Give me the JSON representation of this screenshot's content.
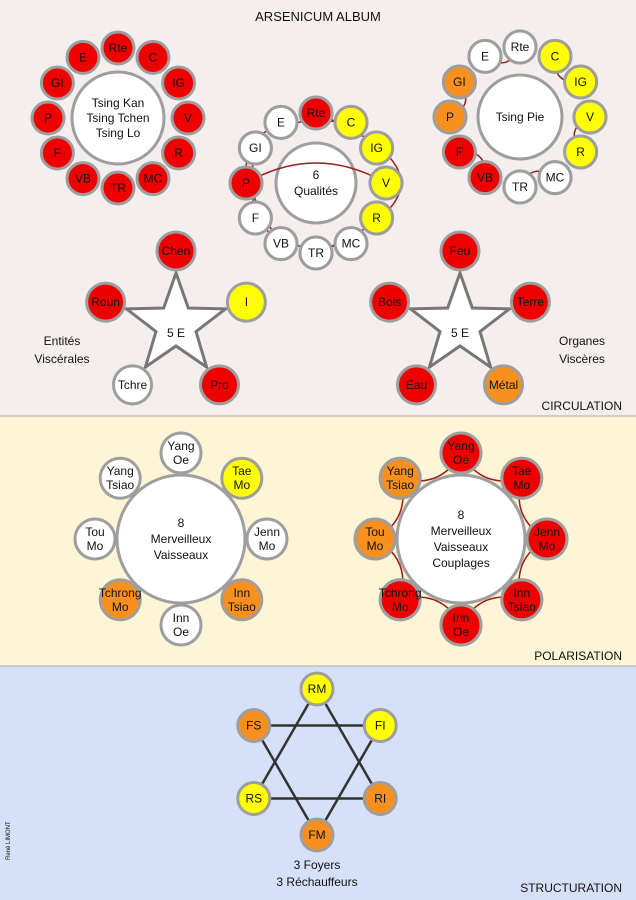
{
  "title": "ARSENICUM ALBUM",
  "author_credit": "René LIMONT",
  "colors": {
    "red": "#ee0000",
    "yellow": "#ffff00",
    "orange": "#f7901e",
    "white": "#ffffff",
    "band1_bg": "#f4efee",
    "band2_bg": "#fdf5d5",
    "band3_bg": "#d6e0f8",
    "circle_stroke": "#9e9e9e",
    "link_color": "#9b1c1c"
  },
  "section_labels": {
    "circulation": "CIRCULATION",
    "polarisation": "POLARISATION",
    "structuration": "STRUCTURATION"
  },
  "ring_tsing_kan": {
    "center_lines": [
      "Tsing Kan",
      "Tsing Tchen",
      "Tsing Lo"
    ],
    "nodes": [
      {
        "label": "C",
        "color": "red"
      },
      {
        "label": "IG",
        "color": "red"
      },
      {
        "label": "V",
        "color": "red"
      },
      {
        "label": "R",
        "color": "red"
      },
      {
        "label": "MC",
        "color": "red"
      },
      {
        "label": "TR",
        "color": "red"
      },
      {
        "label": "VB",
        "color": "red"
      },
      {
        "label": "F",
        "color": "red"
      },
      {
        "label": "P",
        "color": "red"
      },
      {
        "label": "GI",
        "color": "red"
      },
      {
        "label": "E",
        "color": "red"
      },
      {
        "label": "Rte",
        "color": "red"
      }
    ]
  },
  "ring_qualites": {
    "center_lines": [
      "6",
      "Qualités"
    ],
    "nodes": [
      {
        "label": "C",
        "color": "yellow"
      },
      {
        "label": "IG",
        "color": "yellow"
      },
      {
        "label": "V",
        "color": "yellow"
      },
      {
        "label": "R",
        "color": "yellow"
      },
      {
        "label": "MC",
        "color": "white"
      },
      {
        "label": "TR",
        "color": "white"
      },
      {
        "label": "VB",
        "color": "white"
      },
      {
        "label": "F",
        "color": "white"
      },
      {
        "label": "P",
        "color": "red"
      },
      {
        "label": "GI",
        "color": "white"
      },
      {
        "label": "E",
        "color": "white"
      },
      {
        "label": "Rte",
        "color": "red"
      }
    ]
  },
  "ring_tsing_pie": {
    "center_lines": [
      "Tsing Pie"
    ],
    "nodes": [
      {
        "label": "C",
        "color": "yellow"
      },
      {
        "label": "IG",
        "color": "yellow"
      },
      {
        "label": "V",
        "color": "yellow"
      },
      {
        "label": "R",
        "color": "yellow"
      },
      {
        "label": "MC",
        "color": "white"
      },
      {
        "label": "TR",
        "color": "white"
      },
      {
        "label": "VB",
        "color": "red"
      },
      {
        "label": "F",
        "color": "red"
      },
      {
        "label": "P",
        "color": "orange"
      },
      {
        "label": "GI",
        "color": "orange"
      },
      {
        "label": "E",
        "color": "white"
      },
      {
        "label": "Rte",
        "color": "white"
      }
    ]
  },
  "star_entites": {
    "center": "5 E",
    "side_lines": [
      "Entités",
      "Viscérales"
    ],
    "nodes": [
      {
        "label": "Chen",
        "color": "red"
      },
      {
        "label": "I",
        "color": "yellow"
      },
      {
        "label": "Pro",
        "color": "red"
      },
      {
        "label": "Tchre",
        "color": "white"
      },
      {
        "label": "Roun",
        "color": "red"
      }
    ]
  },
  "star_organes": {
    "center": "5 E",
    "side_lines": [
      "Organes",
      "Viscères"
    ],
    "nodes": [
      {
        "label": "Feu",
        "color": "red"
      },
      {
        "label": "Terre",
        "color": "red"
      },
      {
        "label": "Métal",
        "color": "orange"
      },
      {
        "label": "Eau",
        "color": "red"
      },
      {
        "label": "Bois",
        "color": "red"
      }
    ]
  },
  "ring_merveilleux": {
    "center_lines": [
      "8",
      "Merveilleux",
      "Vaisseaux"
    ],
    "nodes": [
      {
        "lines": [
          "Tae",
          "Mo"
        ],
        "color": "yellow"
      },
      {
        "lines": [
          "Jenn",
          "Mo"
        ],
        "color": "white"
      },
      {
        "lines": [
          "Inn",
          "Tsiao"
        ],
        "color": "orange"
      },
      {
        "lines": [
          "Inn",
          "Oe"
        ],
        "color": "white"
      },
      {
        "lines": [
          "Tchrong",
          "Mo"
        ],
        "color": "orange"
      },
      {
        "lines": [
          "Tou",
          "Mo"
        ],
        "color": "white"
      },
      {
        "lines": [
          "Yang",
          "Tsiao"
        ],
        "color": "white"
      },
      {
        "lines": [
          "Yang",
          "Oe"
        ],
        "color": "white"
      }
    ]
  },
  "ring_couplages": {
    "center_lines": [
      "8",
      "Merveilleux",
      "Vaisseaux",
      "Couplages"
    ],
    "nodes": [
      {
        "lines": [
          "Tae",
          "Mo"
        ],
        "color": "red"
      },
      {
        "lines": [
          "Jenn",
          "Mo"
        ],
        "color": "red"
      },
      {
        "lines": [
          "Inn",
          "Tsiao"
        ],
        "color": "red"
      },
      {
        "lines": [
          "Inn",
          "Oe"
        ],
        "color": "red"
      },
      {
        "lines": [
          "Tchrong",
          "Mo"
        ],
        "color": "red"
      },
      {
        "lines": [
          "Tou",
          "Mo"
        ],
        "color": "orange"
      },
      {
        "lines": [
          "Yang",
          "Tsiao"
        ],
        "color": "orange"
      },
      {
        "lines": [
          "Yang",
          "Oe"
        ],
        "color": "red"
      }
    ]
  },
  "hexagram": {
    "caption_lines": [
      "3 Foyers",
      "3 Réchauffeurs"
    ],
    "nodes": [
      {
        "label": "RM",
        "color": "yellow"
      },
      {
        "label": "FI",
        "color": "yellow"
      },
      {
        "label": "RI",
        "color": "orange"
      },
      {
        "label": "FM",
        "color": "orange"
      },
      {
        "label": "RS",
        "color": "yellow"
      },
      {
        "label": "FS",
        "color": "orange"
      }
    ]
  }
}
